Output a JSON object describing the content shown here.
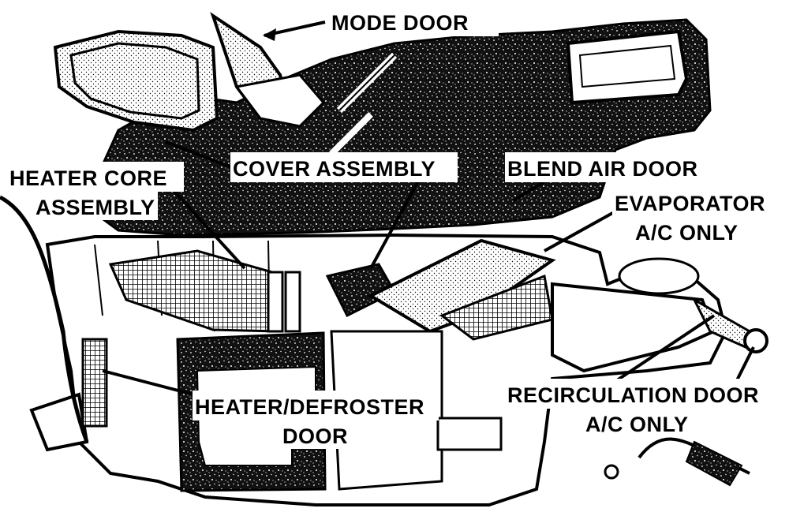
{
  "labels": {
    "mode_door": "MODE DOOR",
    "cover_assembly": "COVER ASSEMBLY",
    "blend_air_door": "BLEND AIR DOOR",
    "heater_core_line1": "HEATER CORE",
    "heater_core_line2": "ASSEMBLY",
    "evaporator_line1": "EVAPORATOR",
    "evaporator_line2": "A/C ONLY",
    "heater_defroster_line1": "HEATER/DEFROSTER",
    "heater_defroster_line2": "DOOR",
    "recirculation_line1": "RECIRCULATION DOOR",
    "recirculation_line2": "A/C ONLY"
  }
}
